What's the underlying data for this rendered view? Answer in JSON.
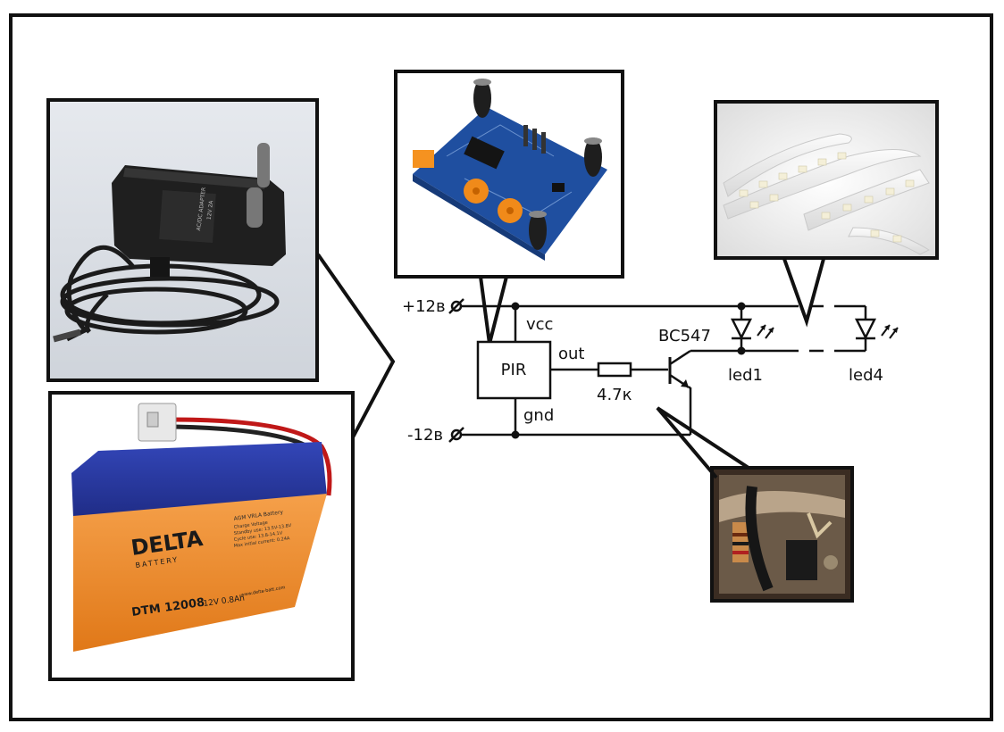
{
  "diagram": {
    "supply": {
      "plus_label": "+12в",
      "minus_label": "-12в"
    },
    "pir": {
      "name": "PIR",
      "pin_vcc": "vcc",
      "pin_out": "out",
      "pin_gnd": "gnd"
    },
    "resistor": {
      "value": "4.7к"
    },
    "transistor": {
      "model": "BC547"
    },
    "leds": {
      "first": "led1",
      "last": "led4"
    }
  },
  "photos": {
    "adapter": {
      "label_lines": [
        "AC/DC ADAPTER",
        "12V  2A"
      ]
    },
    "battery": {
      "brand": "DELTA",
      "brand_sub": "BATTERY",
      "type": "AGM VRLA Battery",
      "specs": [
        "Charge Voltage",
        "Standby use: 13.5V-13.8V",
        "Cycle use: 13.8-14.1V",
        "Max initial current: 0.24A"
      ],
      "model": "DTM 12008",
      "rating": "12V 0.8Ah",
      "website": "www.delta-batt.com"
    }
  },
  "colors": {
    "line": "#111111",
    "pcb_blue": "#1f4fa0",
    "pot_orange": "#f08a1a",
    "led_strip": "#efefef",
    "battery_orange": "#f28c28",
    "battery_blue": "#2b3ea8"
  }
}
